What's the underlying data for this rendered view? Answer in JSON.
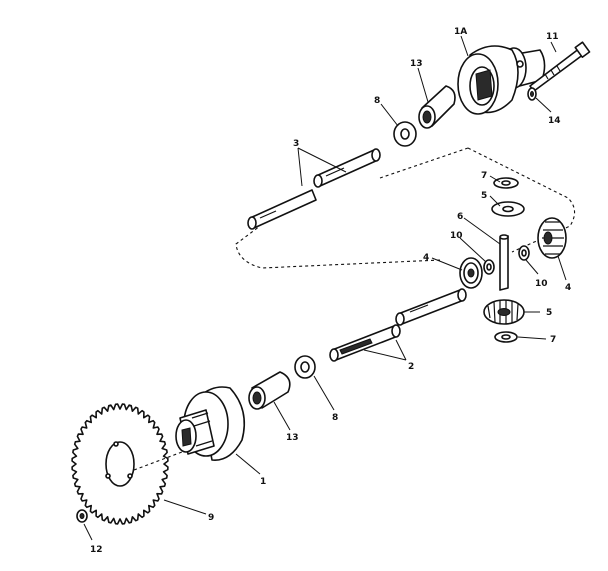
{
  "callouts": {
    "c1A": "1A",
    "c11": "11",
    "c13a": "13",
    "c14": "14",
    "c8a": "8",
    "c3": "3",
    "c7a": "7",
    "c5a": "5",
    "c6": "6",
    "c10a": "10",
    "c4a": "4",
    "c10b": "10",
    "c4b": "4",
    "c5b": "5",
    "c7b": "7",
    "c2": "2",
    "c8b": "8",
    "c13b": "13",
    "c1": "1",
    "c9": "9",
    "c12": "12"
  },
  "colors": {
    "ink": "#111111",
    "paper": "#ffffff"
  }
}
